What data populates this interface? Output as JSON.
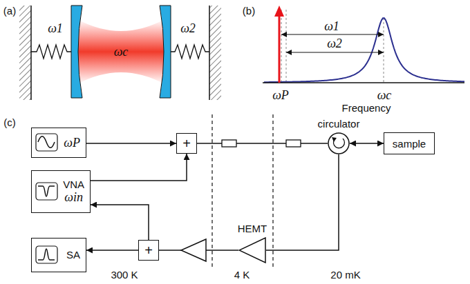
{
  "diagram": {
    "nodes": [
      {
        "text": [
          "ωP"
        ]
      },
      {
        "text": [
          "+"
        ]
      },
      {
        "text": [
          "circulator"
        ]
      },
      {
        "text": [
          "sample"
        ]
      },
      {
        "text": [
          "VNA",
          "ωin"
        ]
      },
      {
        "text": [
          "HEMT"
        ]
      },
      {
        "text": [
          "+"
        ]
      },
      {
        "text": [
          "SA"
        ]
      }
    ],
    "edges": [
      {
        "from": 0,
        "to": 1,
        "arrow": "to"
      },
      {
        "from": 4,
        "to": 1,
        "arrow": "to"
      },
      {
        "from": 1,
        "to": 2,
        "arrow": "none"
      },
      {
        "from": 2,
        "to": 3,
        "arrow": "both"
      },
      {
        "from": 2,
        "to": 5,
        "arrow": "none"
      },
      {
        "from": 5,
        "to": 6,
        "arrow": "none"
      },
      {
        "from": 6,
        "to": 4,
        "arrow": "to"
      },
      {
        "from": 6,
        "to": 7,
        "arrow": "to"
      }
    ],
    "labels": [
      "(a)",
      "ω1",
      "ωc",
      "ω2",
      "(b)",
      "ω1",
      "ω2",
      "ωP",
      "ωc",
      "Frequency",
      "(c)",
      "300 K",
      "4 K",
      "20 mK"
    ]
  }
}
